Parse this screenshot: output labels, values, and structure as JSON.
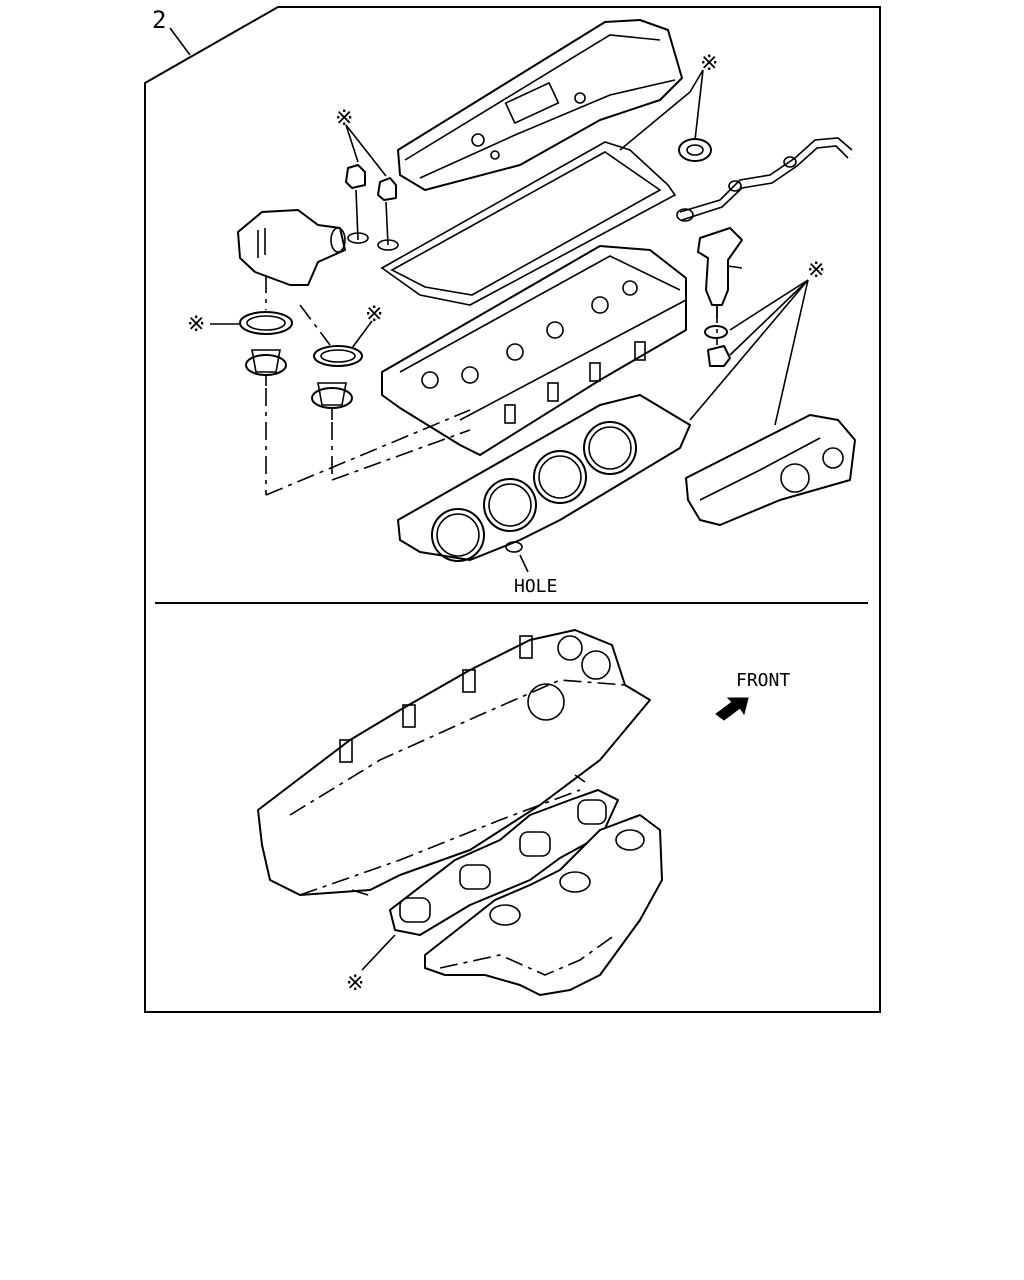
{
  "callout_number": "2",
  "asterisk": "※",
  "hole_label": "HOLE",
  "front_label": "FRONT",
  "line_color": "#000000",
  "background_color": "#ffffff"
}
